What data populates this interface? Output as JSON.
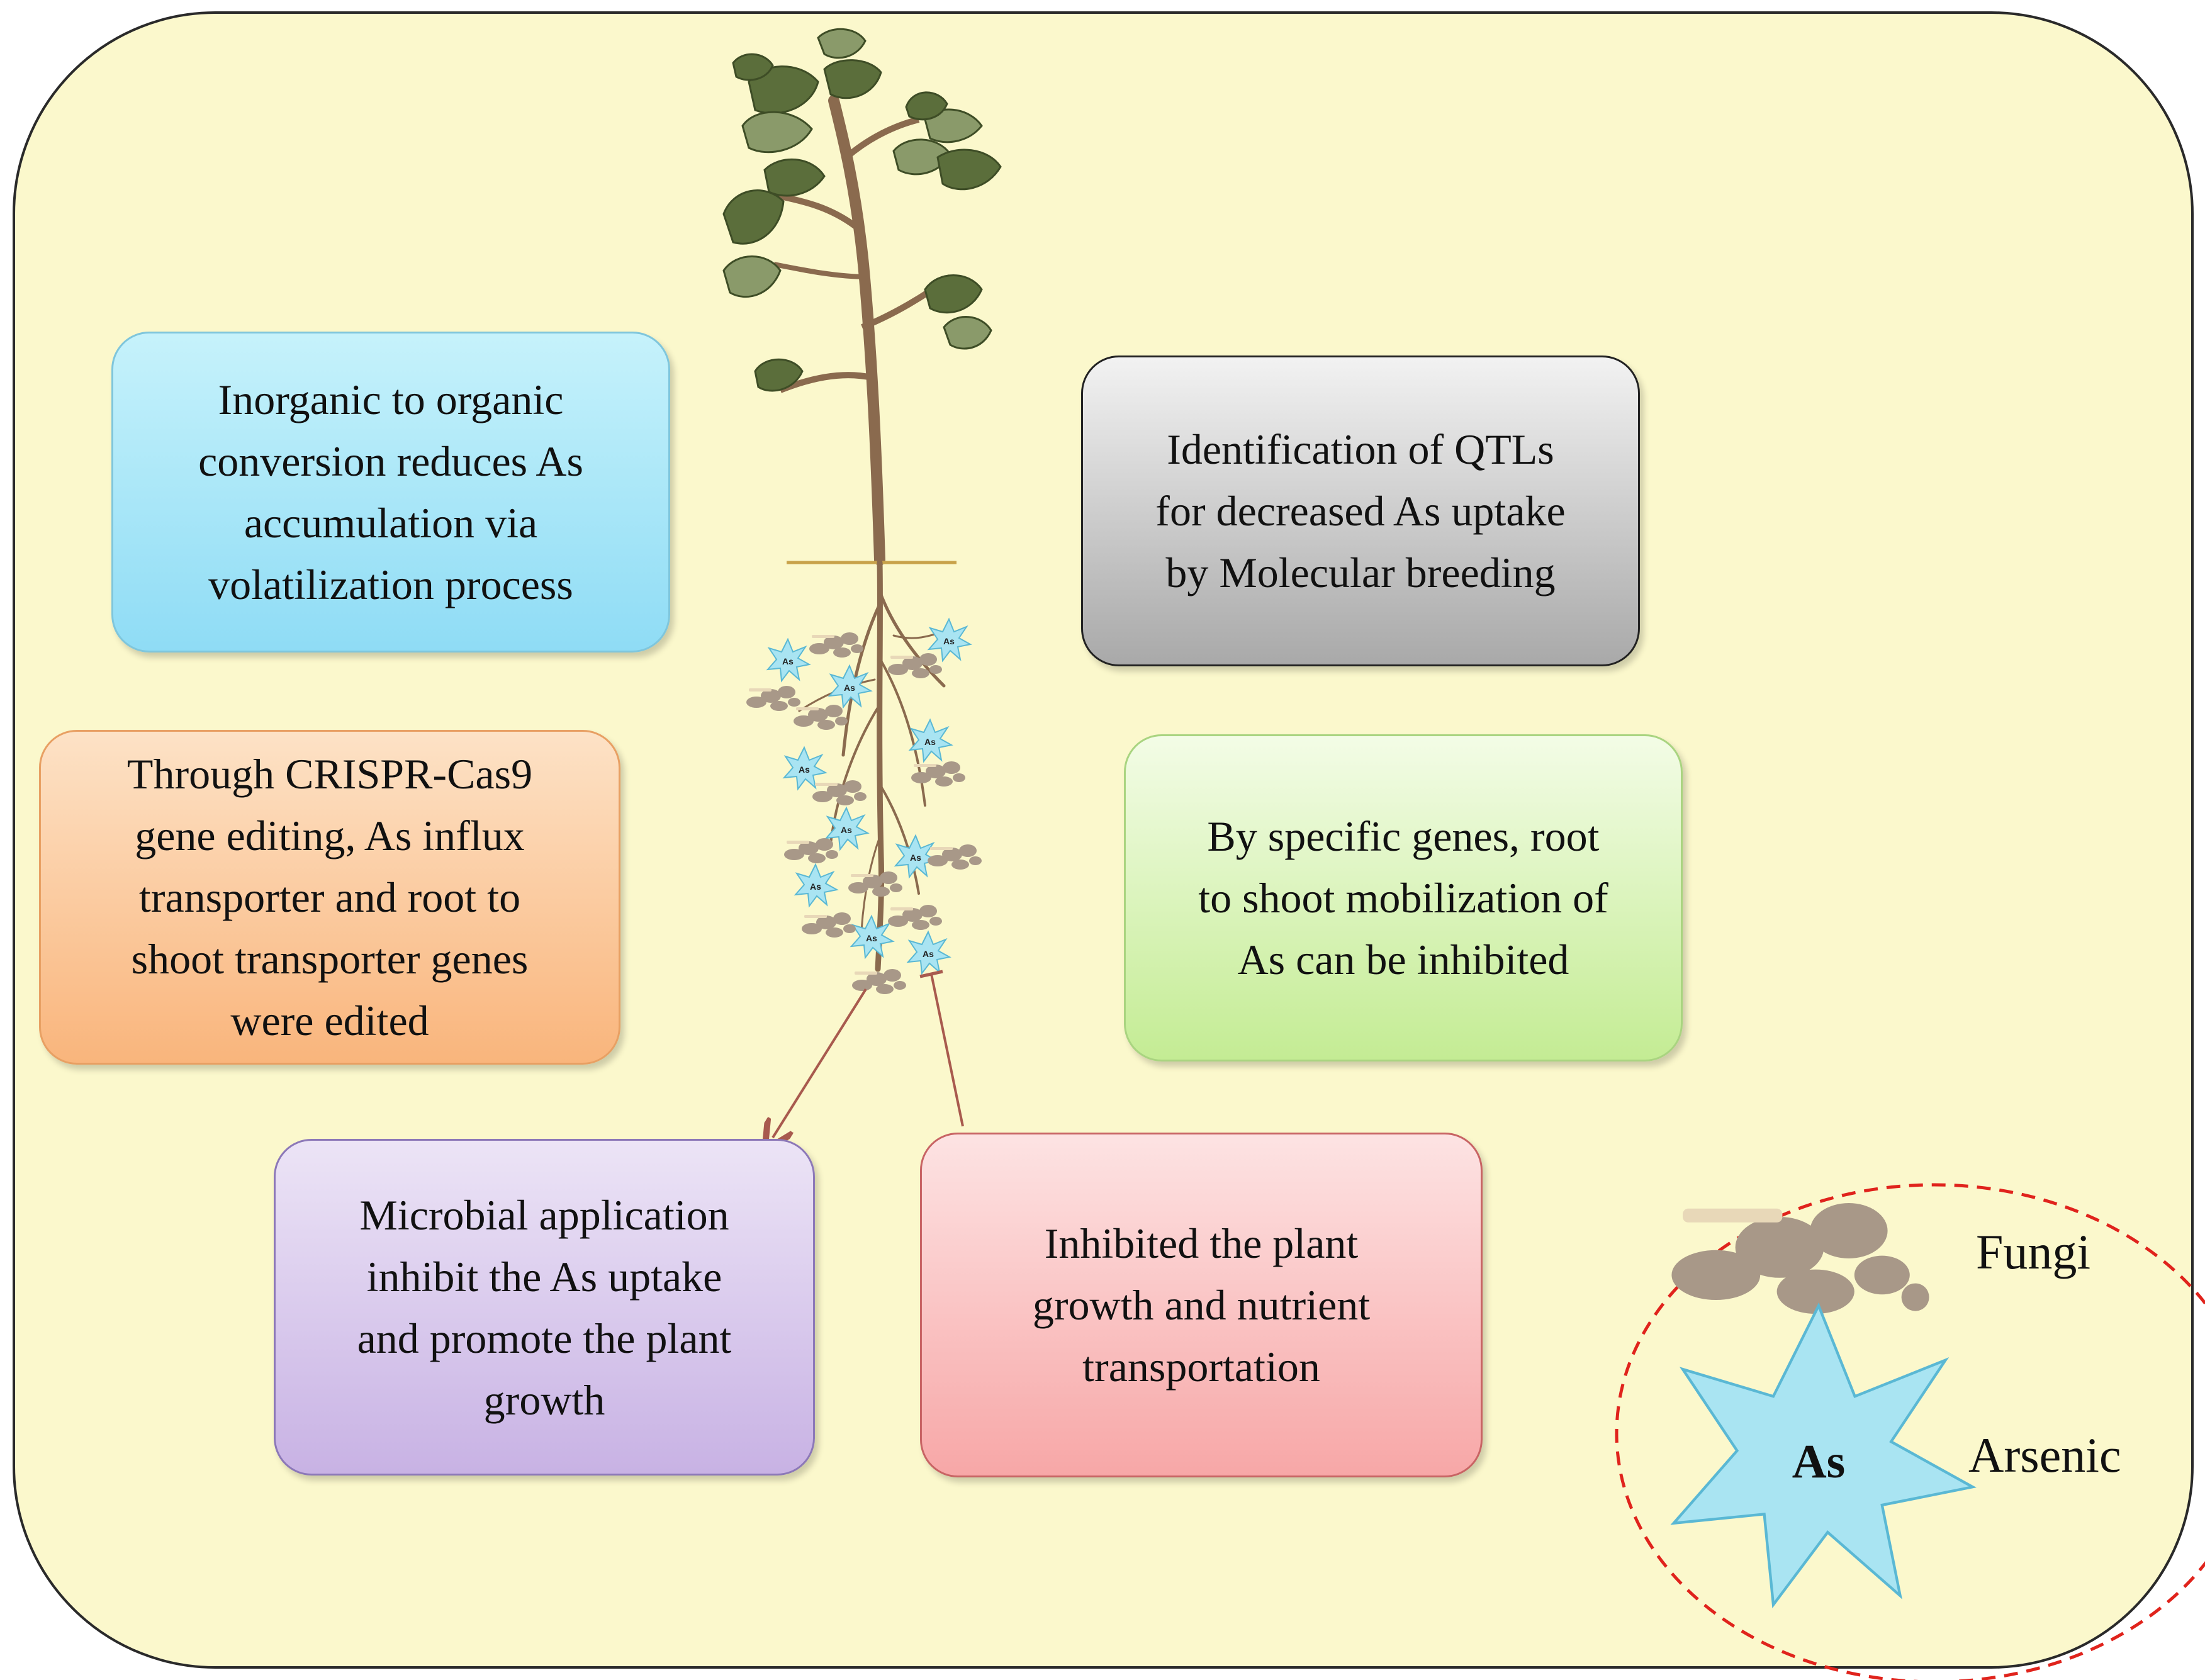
{
  "boxes": {
    "volatilization": "Inorganic to organic\nconversion reduces As\naccumulation via\nvolatilization process",
    "crispr": "Through CRISPR-Cas9\ngene editing, As influx\ntransporter and root to\nshoot transporter genes\nwere edited",
    "qtl": "Identification of QTLs\nfor decreased As uptake\nby Molecular breeding",
    "specific_genes": "By specific genes, root\nto shoot mobilization of\nAs can be inhibited",
    "microbial": "Microbial application\ninhibit the As uptake\nand promote the plant\ngrowth",
    "inhibited": "Inhibited the plant\ngrowth and nutrient\ntransportation"
  },
  "legend": {
    "fungi_label": "Fungi",
    "arsenic_label": "Arsenic",
    "arsenic_symbol": "As"
  },
  "colors": {
    "background": "#fbf8cc",
    "legend_border": "#e0231c",
    "arsenic_star": "#a9e4f2",
    "fungi": "#a89888",
    "stem": "#8a6a4e",
    "leaf": "#5b6e3b",
    "arrow": "#a85a4e"
  }
}
